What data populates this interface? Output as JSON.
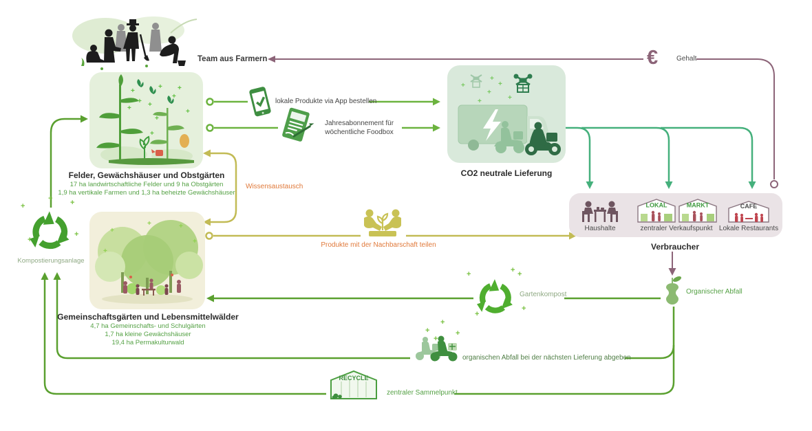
{
  "diagram": {
    "team_label": "Team aus Farmern",
    "salary": {
      "symbol": "€",
      "label": "Gehalt"
    },
    "fields_box": {
      "title": "Felder, Gewächshäuser und Obstgärten",
      "stat1": "17 ha landwirtschaftliche Felder und 9 ha Obstgärten",
      "stat2": "1,9 ha vertikale Farmen und 1,3 ha beheizte Gewächshäuser"
    },
    "community_box": {
      "title": "Gemeinschaftsgärten und Lebensmittelwälder",
      "stat1": "4,7 ha Gemeinschafts- und Schulgärten",
      "stat2": "1,7 ha kleine Gewächshäuser",
      "stat3": "19,4 ha Permakulturwald"
    },
    "delivery_box": {
      "title": "CO2 neutrale Lieferung"
    },
    "consumer_box": {
      "households": "Haushalte",
      "sales_point": "zentraler Verkaufspunkt",
      "restaurants": "Lokale Restaurants",
      "group_label": "Verbraucher",
      "signs": {
        "lokal": "LOKAL",
        "markt": "MARKT",
        "cafe": "CAFE"
      }
    },
    "compost_facility": "Kompostierungsanlage",
    "garden_compost": "Gartenkompost",
    "organic_waste": "Organischer Abfall",
    "flows": {
      "order_app": "lokale Produkte via App bestellen",
      "subscription_line1": "Jahresabonnement für",
      "subscription_line2": "wöchentliche Foodbox",
      "knowledge": "Wissensaustausch",
      "share": "Produkte mit der Nachbarschaft teilen",
      "waste_with_delivery": "organischen Abfall bei der nächsten Lieferung abgeben",
      "central_collection": "zentraler Sammelpunkt",
      "recycle_sign": "RECYCLE"
    },
    "colors": {
      "line_green": "#6cb33f",
      "line_bright_green": "#5aa02f",
      "line_teal": "#45b07c",
      "line_olive": "#c2bb55",
      "line_mauve": "#8c6478",
      "label_orange": "#e0793a",
      "label_green": "#55a145",
      "box_fields": "#e5f0dc",
      "box_delivery": "#d9e9db",
      "box_community": "#f2efdb",
      "box_consumer": "#eae3e6"
    }
  }
}
